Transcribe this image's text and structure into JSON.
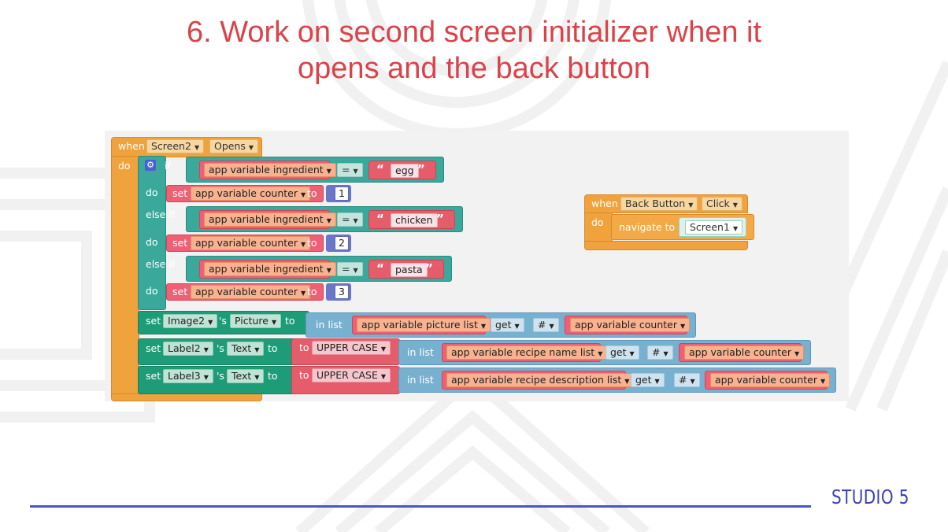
{
  "slide": {
    "title_line1": "6. Work on second screen initializer when it",
    "title_line2": "opens and the back button"
  },
  "blocks": {
    "when": "when",
    "do": "do",
    "if": "if",
    "else_if": "else if",
    "set": "set",
    "to": "to",
    "s": "'s",
    "in_list": "in list",
    "get": "get",
    "hash": "#",
    "upper_case": "to  UPPER CASE",
    "navigate_to": "navigate to",
    "eq": "=",
    "screen2": "Screen2",
    "opens": "Opens",
    "var_ingredient": "app variable ingredient",
    "var_counter": "app variable counter",
    "var_picture_list": "app variable picture list",
    "var_recipe_name_list": "app variable recipe name list",
    "var_recipe_desc_list": "app variable recipe description list",
    "str_egg": "egg",
    "str_chicken": "chicken",
    "str_pasta": "pasta",
    "n1": "1",
    "n2": "2",
    "n3": "3",
    "image2": "Image2",
    "picture": "Picture",
    "label2": "Label2",
    "label3": "Label3",
    "text": "Text",
    "back_button": "Back Button",
    "click": "Click",
    "screen1": "Screen1"
  },
  "footer": {
    "logo": "STUDIO 5"
  },
  "colors": {
    "title": "#d9434a",
    "event_block": "#f0a33c",
    "control_block": "#3aa89a",
    "component_setter": "#1e9c78",
    "text_block": "#e55d6b",
    "list_block": "#78b1cf",
    "variable_getter": "#ee6075",
    "number": "#6a76c8",
    "footer_line": "#4a55c9"
  }
}
